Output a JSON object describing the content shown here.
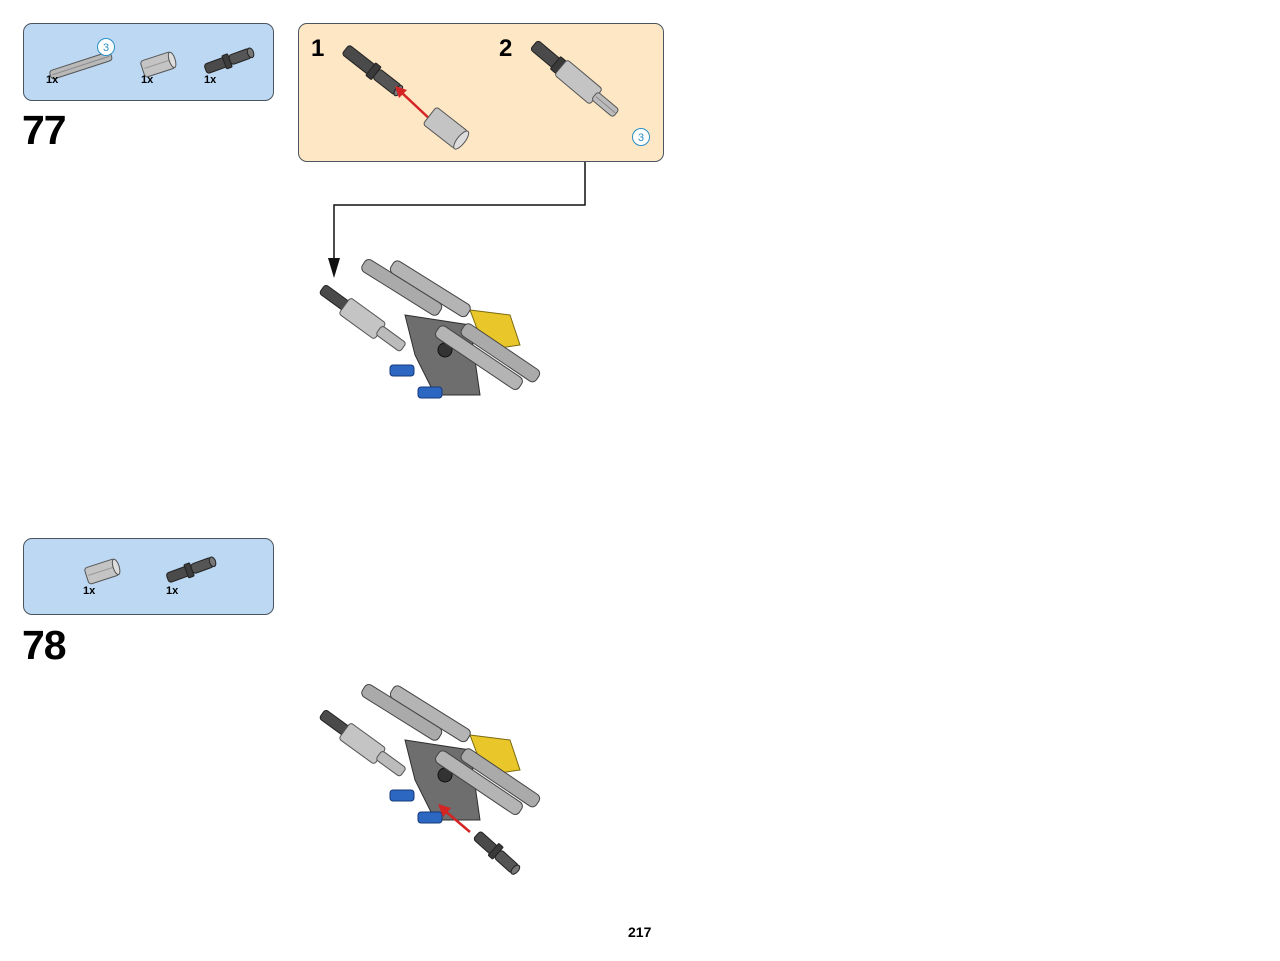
{
  "page": {
    "number": "217"
  },
  "steps": [
    {
      "number": "77",
      "parts": [
        {
          "name": "axle-3",
          "qty": "1x",
          "length": "3"
        },
        {
          "name": "axle-connector",
          "qty": "1x"
        },
        {
          "name": "pin-with-axle",
          "qty": "1x"
        }
      ],
      "substeps": [
        {
          "number": "1"
        },
        {
          "number": "2",
          "length": "3"
        }
      ]
    },
    {
      "number": "78",
      "parts": [
        {
          "name": "axle-connector",
          "qty": "1x"
        },
        {
          "name": "pin-with-axle",
          "qty": "1x"
        }
      ]
    }
  ]
}
